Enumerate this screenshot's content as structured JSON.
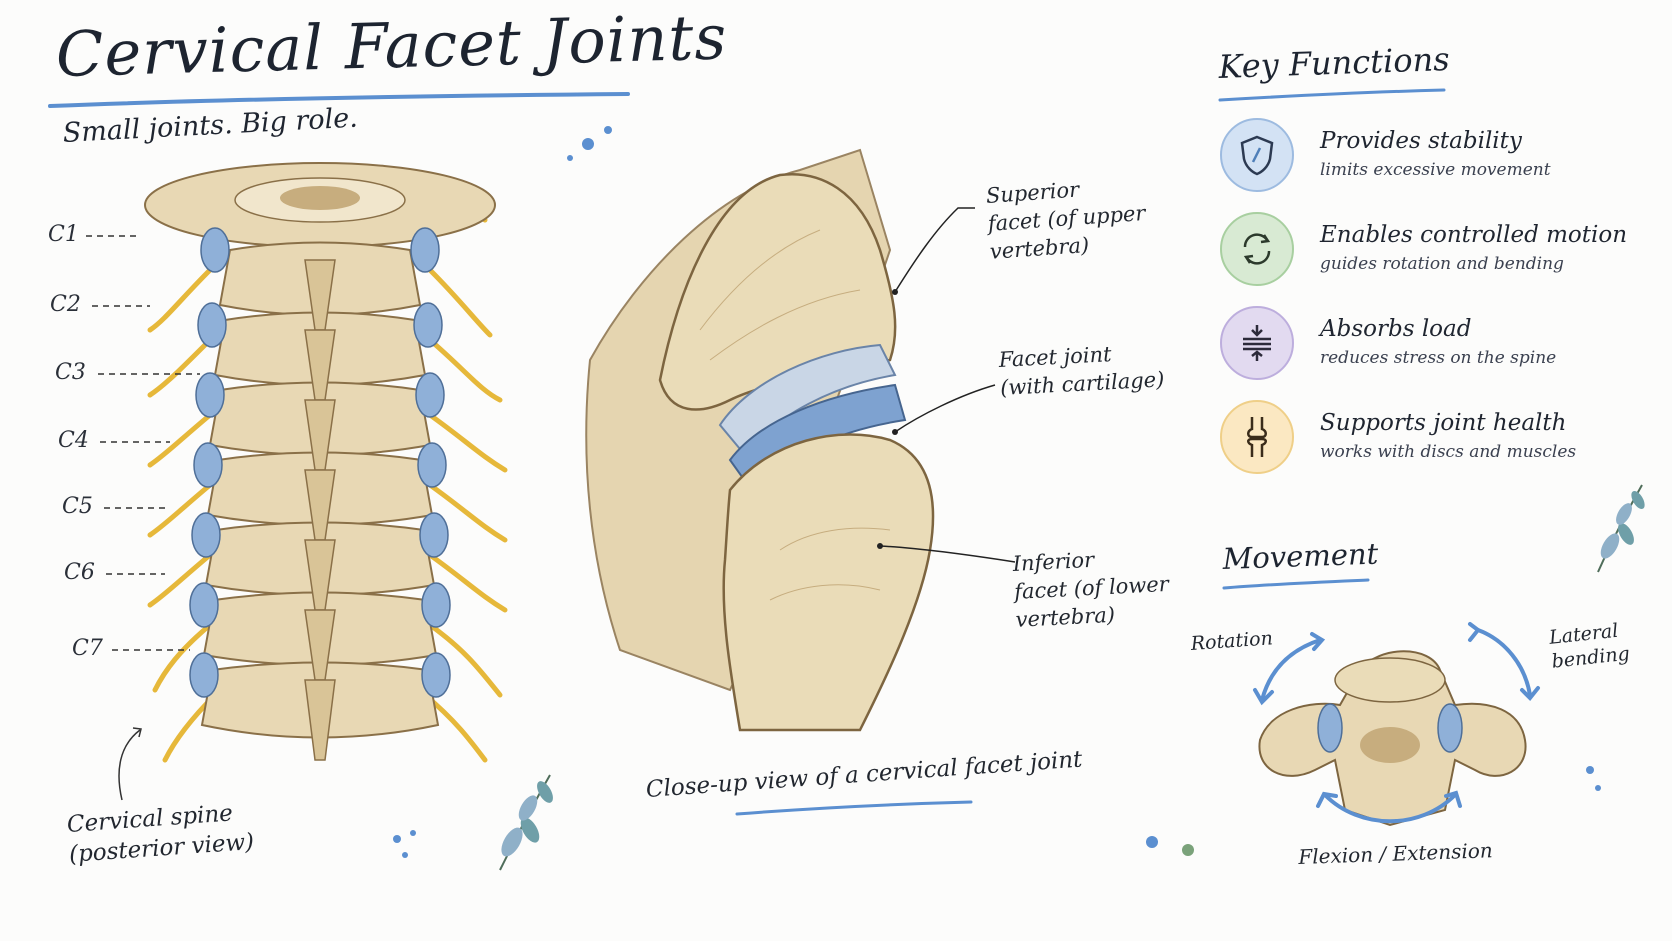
{
  "header": {
    "title": "Cervical Facet Joints",
    "subtitle": "Small joints. Big role."
  },
  "spine": {
    "levels": [
      "C1",
      "C2",
      "C3",
      "C4",
      "C5",
      "C6",
      "C7"
    ],
    "caption_line1": "Cervical spine",
    "caption_line2": "(posterior view)"
  },
  "closeup": {
    "superior_line1": "Superior",
    "superior_line2": "facet (of upper",
    "superior_line3": "vertebra)",
    "joint_line1": "Facet joint",
    "joint_line2": "(with cartilage)",
    "inferior_line1": "Inferior",
    "inferior_line2": "facet (of lower",
    "inferior_line3": "vertebra)",
    "caption": "Close-up view of a cervical facet joint"
  },
  "functions": {
    "heading": "Key Functions",
    "items": [
      {
        "title": "Provides stability",
        "desc": "limits excessive movement",
        "icon": "shield-icon",
        "color": "#d3e2f4",
        "stroke": "#4f7fb8"
      },
      {
        "title": "Enables controlled motion",
        "desc": "guides rotation and bending",
        "icon": "rotation-arrows-icon",
        "color": "#d8ead3",
        "stroke": "#5a8b5a"
      },
      {
        "title": "Absorbs load",
        "desc": "reduces stress on the spine",
        "icon": "compression-icon",
        "color": "#e2daf0",
        "stroke": "#6c5a9c"
      },
      {
        "title": "Supports joint health",
        "desc": "works with discs and muscles",
        "icon": "knee-joint-icon",
        "color": "#fbe8c2",
        "stroke": "#b9893a"
      }
    ]
  },
  "movement": {
    "heading": "Movement",
    "rotation": "Rotation",
    "lateral_line1": "Lateral",
    "lateral_line2": "bending",
    "flexion": "Flexion / Extension"
  },
  "colors": {
    "accent_blue": "#5b8fd0",
    "bone": "#e8d8b4",
    "bone_shadow": "#c7ad7e",
    "nerve": "#e6b83a",
    "cartilage": "#8fb0d8"
  }
}
